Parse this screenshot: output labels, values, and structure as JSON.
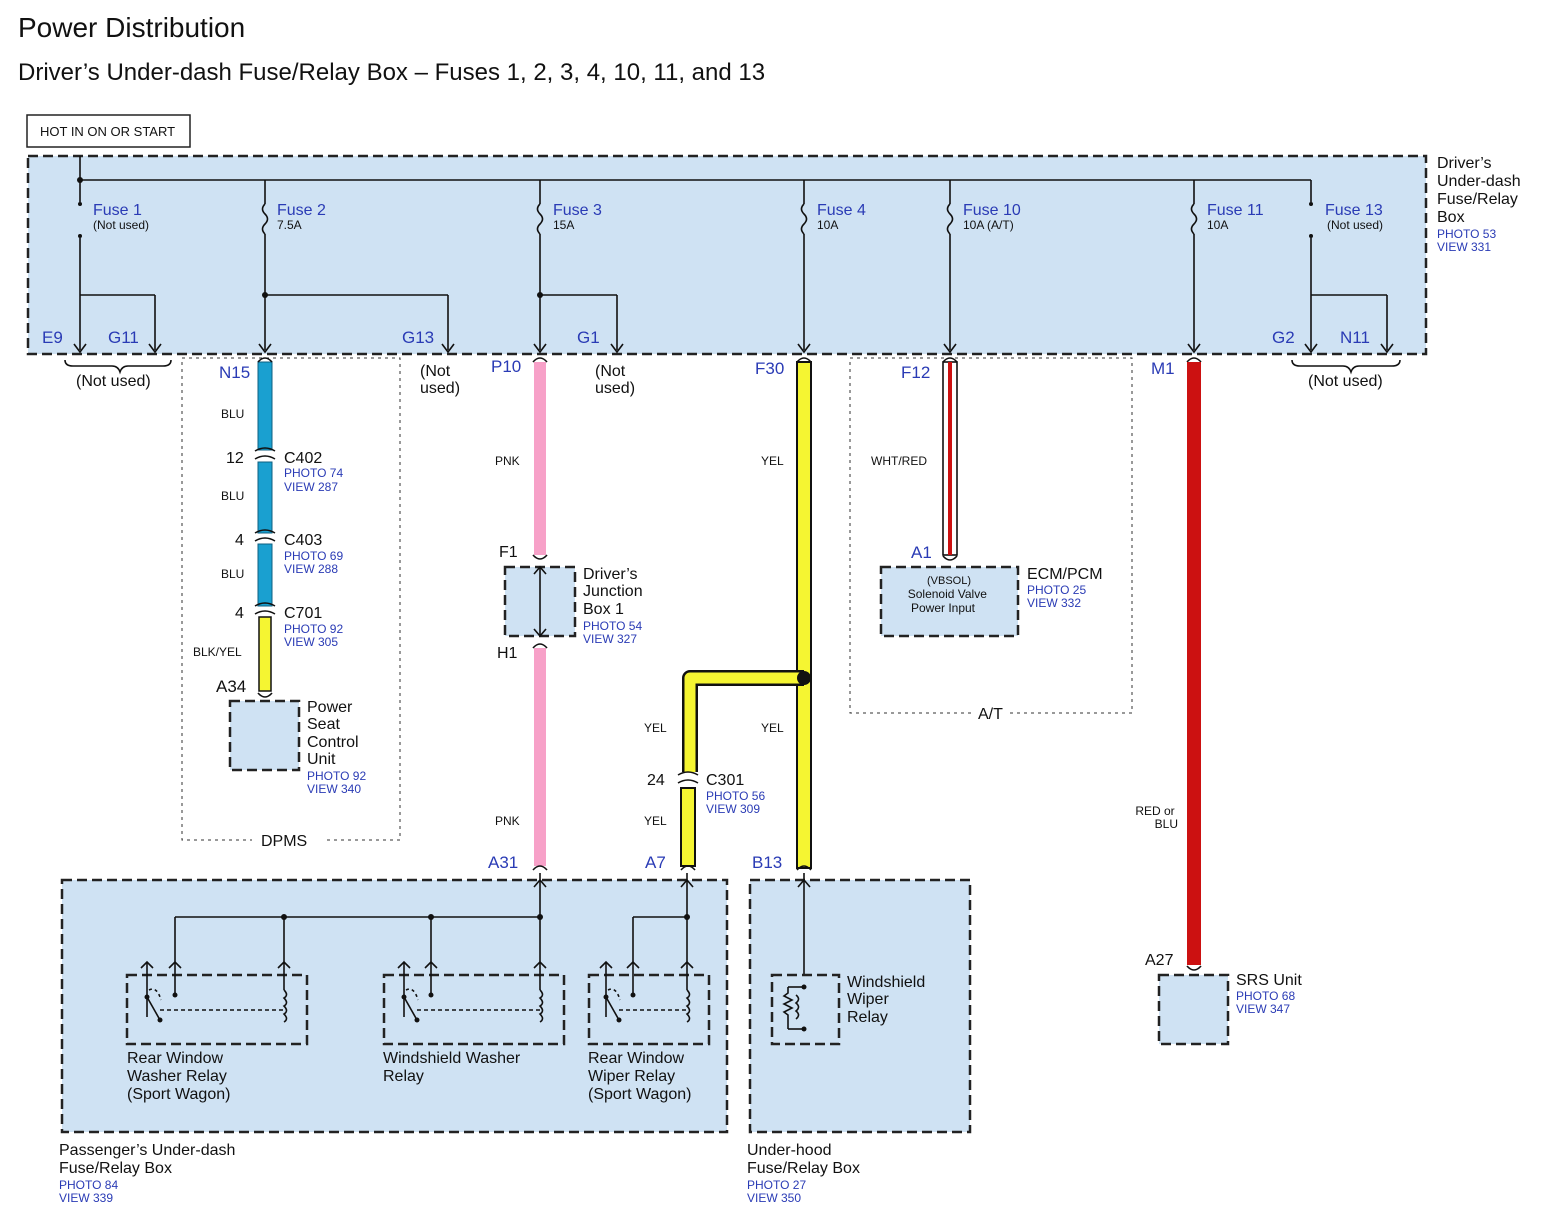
{
  "title": "Power Distribution",
  "subtitle": "Driver’s Under-dash Fuse/Relay Box – Fuses 1, 2, 3, 4, 10, 11, and 13",
  "hot_label": "HOT IN ON OR START",
  "main_box": {
    "name_lines": [
      "Driver’s",
      "Under-dash",
      "Fuse/Relay",
      "Box"
    ],
    "photo": "PHOTO 53",
    "view": "VIEW 331"
  },
  "fuses": [
    {
      "name": "Fuse 1",
      "rating": "(Not used)"
    },
    {
      "name": "Fuse 2",
      "rating": "7.5A"
    },
    {
      "name": "Fuse 3",
      "rating": "15A"
    },
    {
      "name": "Fuse 4",
      "rating": "10A"
    },
    {
      "name": "Fuse 10",
      "rating": "10A (A/T)"
    },
    {
      "name": "Fuse 11",
      "rating": "10A"
    },
    {
      "name": "Fuse 13",
      "rating": "(Not used)"
    }
  ],
  "terminals": [
    "E9",
    "G11",
    "G13",
    "G1",
    "G2",
    "N11",
    "N15",
    "P10",
    "F30",
    "F12",
    "M1"
  ],
  "not_used": "(Not used)",
  "not_used_split": [
    "(Not",
    "used)"
  ],
  "wire_colors": {
    "blu": "BLU",
    "blk_yel": "BLK/YEL",
    "pnk": "PNK",
    "yel": "YEL",
    "wht_red": "WHT/RED",
    "red_or_blu": [
      "RED or",
      "BLU"
    ]
  },
  "colors": {
    "blu": "#1aa0d0",
    "yel": "#f5f532",
    "pnk": "#f7a1c8",
    "red": "#cc1111",
    "box_fill": "#cfe2f3"
  },
  "connectors": {
    "c402": {
      "pin": "12",
      "name": "C402",
      "photo": "PHOTO 74",
      "view": "VIEW 287"
    },
    "c403": {
      "pin": "4",
      "name": "C403",
      "photo": "PHOTO 69",
      "view": "VIEW 288"
    },
    "c701": {
      "pin": "4",
      "name": "C701",
      "photo": "PHOTO 92",
      "view": "VIEW 305"
    },
    "c301": {
      "pin": "24",
      "name": "C301",
      "photo": "PHOTO 56",
      "view": "VIEW 309"
    }
  },
  "power_seat": {
    "pin": "A34",
    "name_lines": [
      "Power",
      "Seat",
      "Control",
      "Unit"
    ],
    "photo": "PHOTO 92",
    "view": "VIEW 340"
  },
  "dpms": "DPMS",
  "junction_box": {
    "pin_top": "F1",
    "pin_bottom": "H1",
    "name_lines": [
      "Driver’s",
      "Junction",
      "Box 1"
    ],
    "photo": "PHOTO 54",
    "view": "VIEW 327"
  },
  "ecm": {
    "pin": "A1",
    "signal": "(VBSOL)",
    "func_lines": [
      "Solenoid Valve",
      "Power Input"
    ],
    "name": "ECM/PCM",
    "photo": "PHOTO 25",
    "view": "VIEW 332"
  },
  "at_label": "A/T",
  "srs": {
    "pin": "A27",
    "name": "SRS Unit",
    "photo": "PHOTO 68",
    "view": "VIEW 347"
  },
  "passenger_box": {
    "pins": [
      "A31",
      "A7"
    ],
    "relays": [
      [
        "Rear Window",
        "Washer Relay",
        "(Sport Wagon)"
      ],
      [
        "Windshield Washer",
        "Relay"
      ],
      [
        "Rear Window",
        "Wiper Relay",
        "(Sport Wagon)"
      ]
    ],
    "name_lines": [
      "Passenger’s Under-dash",
      "Fuse/Relay Box"
    ],
    "photo": "PHOTO 84",
    "view": "VIEW 339"
  },
  "underhood_box": {
    "pin": "B13",
    "relay_lines": [
      "Windshield",
      "Wiper",
      "Relay"
    ],
    "name_lines": [
      "Under-hood",
      "Fuse/Relay Box"
    ],
    "photo": "PHOTO 27",
    "view": "VIEW 350"
  }
}
